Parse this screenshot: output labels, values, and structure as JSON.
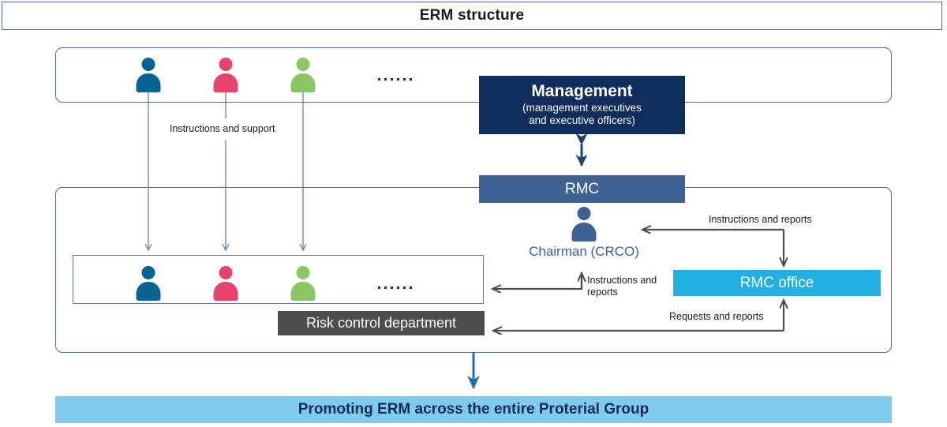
{
  "title": {
    "text": "ERM structure"
  },
  "boxes": {
    "management": {
      "name": "Management",
      "subtitle_line1": "(management executives",
      "subtitle_line2": "and executive officers)",
      "color": "#0f2d5c"
    },
    "rmc": {
      "label": "RMC",
      "color": "#3d6293"
    },
    "rmc_office": {
      "label": "RMC office",
      "color": "#22b0e3"
    },
    "risk_control_department": {
      "label": "Risk control department",
      "color": "#4d4d4d"
    }
  },
  "chairman": {
    "label": "Chairman (CRCO)",
    "color": "#3d6293"
  },
  "connectors": {
    "instructions_and_support": "Instructions and support",
    "instructions_and_reports_right": "Instructions and reports",
    "instructions_and_reports_mid_line1": "Instructions and",
    "instructions_and_reports_mid_line2": "reports",
    "requests_and_reports": "Requests and reports"
  },
  "banner": {
    "text": "Promoting ERM across the entire Proterial Group",
    "background": "#7ecbee",
    "text_color": "#102a57"
  },
  "person_colors": {
    "blue": "#0b6394",
    "red": "#e8436b",
    "green": "#8cc765",
    "chairman": "#3d6293"
  },
  "ellipsis": "......",
  "frames": {
    "top_group": "divisions-and-subsidiaries-top",
    "bottom_group": "divisions-and-subsidiaries-bottom"
  }
}
